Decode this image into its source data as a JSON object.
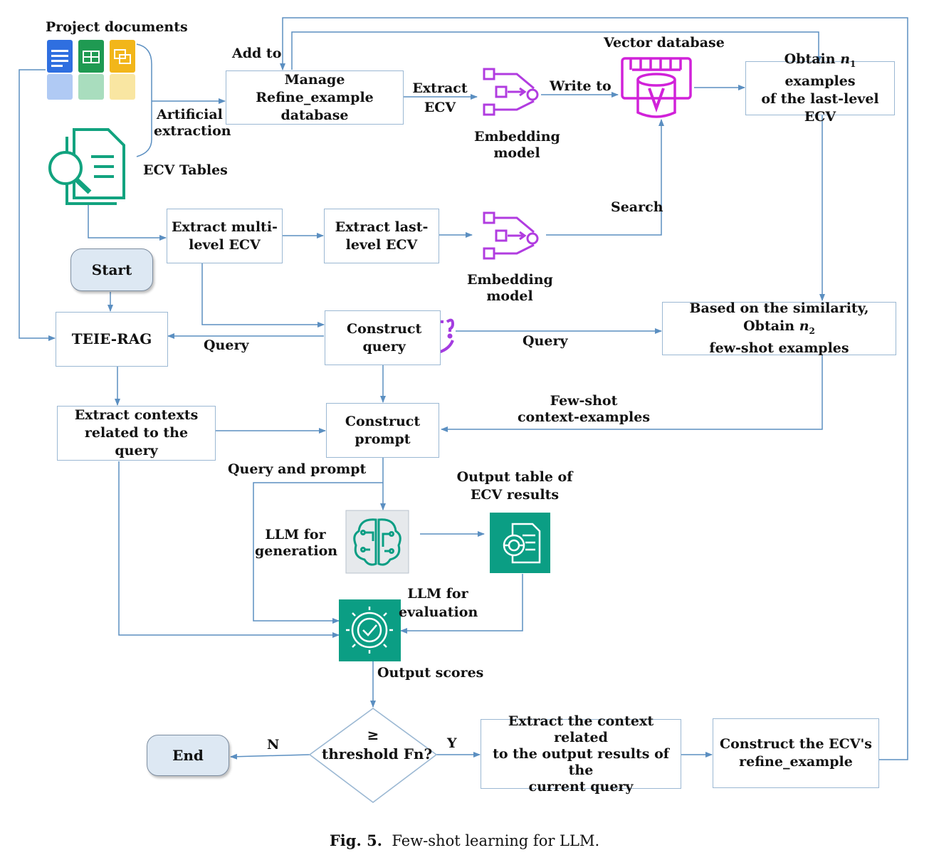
{
  "labels": {
    "project_documents": "Project documents",
    "add_to": "Add to",
    "vector_database": "Vector database",
    "artificial": "Artificial",
    "extraction": "extraction",
    "ecv_tables": "ECV Tables",
    "extract": "Extract",
    "ecv": "ECV",
    "write_to": "Write to",
    "embedding_top_1": "Embedding",
    "embedding_top_2": "model",
    "search": "Search",
    "embedding_mid_1": "Embedding",
    "embedding_mid_2": "model",
    "query_left": "Query",
    "query_right": "Query",
    "few_shot_1": "Few-shot",
    "few_shot_2": "context-examples",
    "query_and_prompt": "Query and prompt",
    "output_table_1": "Output table of",
    "output_table_2": "ECV results",
    "llm_gen_1": "LLM for",
    "llm_gen_2": "generation",
    "llm_eval_1": "LLM for",
    "llm_eval_2": "evaluation",
    "output_scores": "Output scores",
    "n": "N",
    "y": "Y"
  },
  "boxes": {
    "manage_1": "Manage",
    "manage_2": "Refine_example database",
    "obtain_n1_a": "Obtain ",
    "obtain_n1_var": "n",
    "obtain_n1_sub": "1",
    "obtain_n1_b": " examples",
    "obtain_n1_2": "of the last-level ECV",
    "extract_multi_1": "Extract multi-",
    "extract_multi_2": "level ECV",
    "extract_last_1": "Extract last-",
    "extract_last_2": "level ECV",
    "start": "Start",
    "teie_rag": "TEIE-RAG",
    "construct_query_1": "Construct",
    "construct_query_2": "query",
    "similarity_a": "Based on the similarity, Obtain ",
    "similarity_var": "n",
    "similarity_sub": "2",
    "similarity_2": "few-shot examples",
    "extract_contexts_1": "Extract contexts",
    "extract_contexts_2": "related to the query",
    "construct_prompt_1": "Construct",
    "construct_prompt_2": "prompt",
    "threshold_1": "≥",
    "threshold_2": "threshold Fn?",
    "end": "End",
    "extract_context_out_1": "Extract the context related",
    "extract_context_out_2": "to the output results of the",
    "extract_context_out_3": "current query",
    "construct_refine_1": "Construct the ECV's",
    "construct_refine_2": "refine_example"
  },
  "caption": {
    "fig": "Fig. 5.",
    "text": "Few-shot learning for LLM."
  },
  "colors": {
    "arrow": "#5b8fc1",
    "box_border": "#9bb8d3",
    "embedding_icon": "#b13ce0",
    "vector_db": "#d122d9",
    "teal": "#0b9e84",
    "terminal_fill": "#dde8f3"
  }
}
